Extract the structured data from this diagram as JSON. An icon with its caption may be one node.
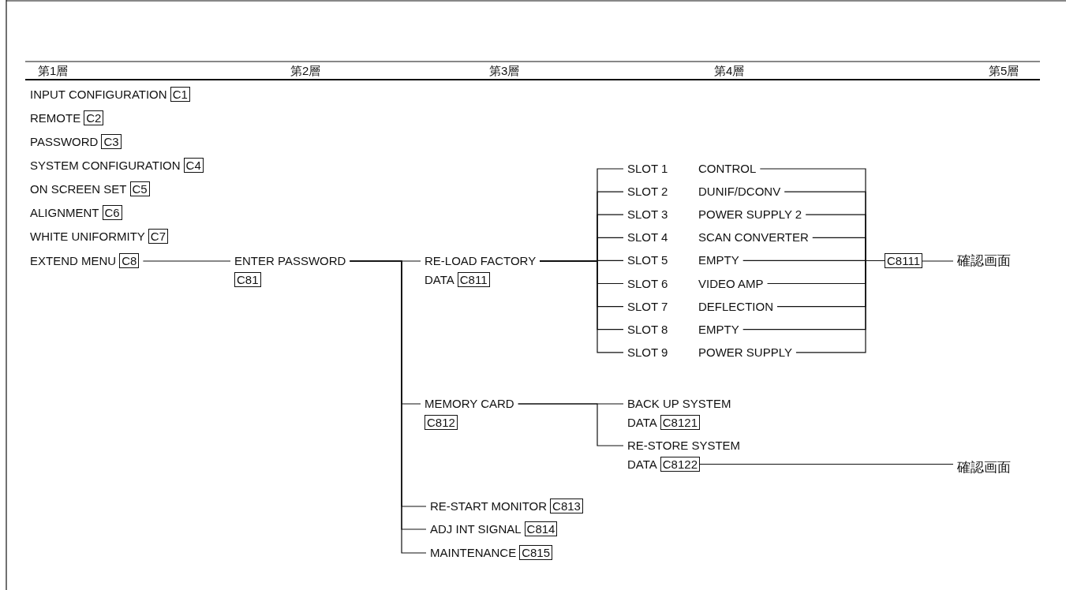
{
  "diagram": {
    "nodes": [
      {
        "text": [
          "INPUT CONFIGURATION",
          "C1"
        ]
      },
      {
        "text": [
          "REMOTE",
          "C2"
        ]
      },
      {
        "text": [
          "PASSWORD",
          "C3"
        ]
      },
      {
        "text": [
          "SYSTEM CONFIGURATION",
          "C4"
        ]
      },
      {
        "text": [
          "ON SCREEN SET",
          "C5"
        ]
      },
      {
        "text": [
          "ALIGNMENT",
          "C6"
        ]
      },
      {
        "text": [
          "WHITE UNIFORMITY",
          "C7"
        ]
      },
      {
        "text": [
          "EXTEND MENU",
          "C8"
        ]
      },
      {
        "text": [
          "ENTER PASSWORD",
          "C81"
        ]
      },
      {
        "text": [
          "RE-LOAD FACTORY DATA",
          "C811"
        ]
      },
      {
        "text": [
          "SLOT 1",
          "CONTROL"
        ]
      },
      {
        "text": [
          "SLOT 2",
          "DUNIF/DCONV"
        ]
      },
      {
        "text": [
          "SLOT 3",
          "POWER SUPPLY 2"
        ]
      },
      {
        "text": [
          "SLOT 4",
          "SCAN CONVERTER"
        ]
      },
      {
        "text": [
          "SLOT 5",
          "EMPTY"
        ]
      },
      {
        "text": [
          "SLOT 6",
          "VIDEO AMP"
        ]
      },
      {
        "text": [
          "SLOT 7",
          "DEFLECTION"
        ]
      },
      {
        "text": [
          "SLOT 8",
          "EMPTY"
        ]
      },
      {
        "text": [
          "SLOT 9",
          "POWER SUPPLY"
        ]
      },
      {
        "text": [
          "C8111"
        ]
      },
      {
        "text": [
          "確認画面"
        ]
      },
      {
        "text": [
          "MEMORY CARD",
          "C812"
        ]
      },
      {
        "text": [
          "BACK UP SYSTEM DATA",
          "C8121"
        ]
      },
      {
        "text": [
          "RE-STORE SYSTEM DATA",
          "C8122"
        ]
      },
      {
        "text": [
          "確認画面"
        ]
      },
      {
        "text": [
          "RE-START MONITOR",
          "C813"
        ]
      },
      {
        "text": [
          "ADJ INT SIGNAL",
          "C814"
        ]
      },
      {
        "text": [
          "MAINTENANCE",
          "C815"
        ]
      }
    ],
    "edges": [
      {
        "from": 7,
        "to": 8,
        "arrow": "none"
      },
      {
        "from": 8,
        "to": 9,
        "arrow": "none"
      },
      {
        "from": 9,
        "to": 10,
        "arrow": "none"
      },
      {
        "from": 9,
        "to": 11,
        "arrow": "none"
      },
      {
        "from": 9,
        "to": 12,
        "arrow": "none"
      },
      {
        "from": 9,
        "to": 13,
        "arrow": "none"
      },
      {
        "from": 9,
        "to": 14,
        "arrow": "none"
      },
      {
        "from": 9,
        "to": 15,
        "arrow": "none"
      },
      {
        "from": 9,
        "to": 16,
        "arrow": "none"
      },
      {
        "from": 9,
        "to": 17,
        "arrow": "none"
      },
      {
        "from": 9,
        "to": 18,
        "arrow": "none"
      },
      {
        "from": 10,
        "to": 19,
        "arrow": "none"
      },
      {
        "from": 11,
        "to": 19,
        "arrow": "none"
      },
      {
        "from": 12,
        "to": 19,
        "arrow": "none"
      },
      {
        "from": 13,
        "to": 19,
        "arrow": "none"
      },
      {
        "from": 14,
        "to": 19,
        "arrow": "none"
      },
      {
        "from": 15,
        "to": 19,
        "arrow": "none"
      },
      {
        "from": 16,
        "to": 19,
        "arrow": "none"
      },
      {
        "from": 17,
        "to": 19,
        "arrow": "none"
      },
      {
        "from": 18,
        "to": 19,
        "arrow": "none"
      },
      {
        "from": 19,
        "to": 20,
        "arrow": "none"
      },
      {
        "from": 8,
        "to": 21,
        "arrow": "none"
      },
      {
        "from": 21,
        "to": 22,
        "arrow": "none"
      },
      {
        "from": 21,
        "to": 23,
        "arrow": "none"
      },
      {
        "from": 23,
        "to": 24,
        "arrow": "none"
      },
      {
        "from": 8,
        "to": 25,
        "arrow": "none"
      },
      {
        "from": 8,
        "to": 26,
        "arrow": "none"
      },
      {
        "from": 8,
        "to": 27,
        "arrow": "none"
      }
    ],
    "labels": [
      "第1層",
      "第2層",
      "第3層",
      "第4層",
      "第5層"
    ]
  }
}
